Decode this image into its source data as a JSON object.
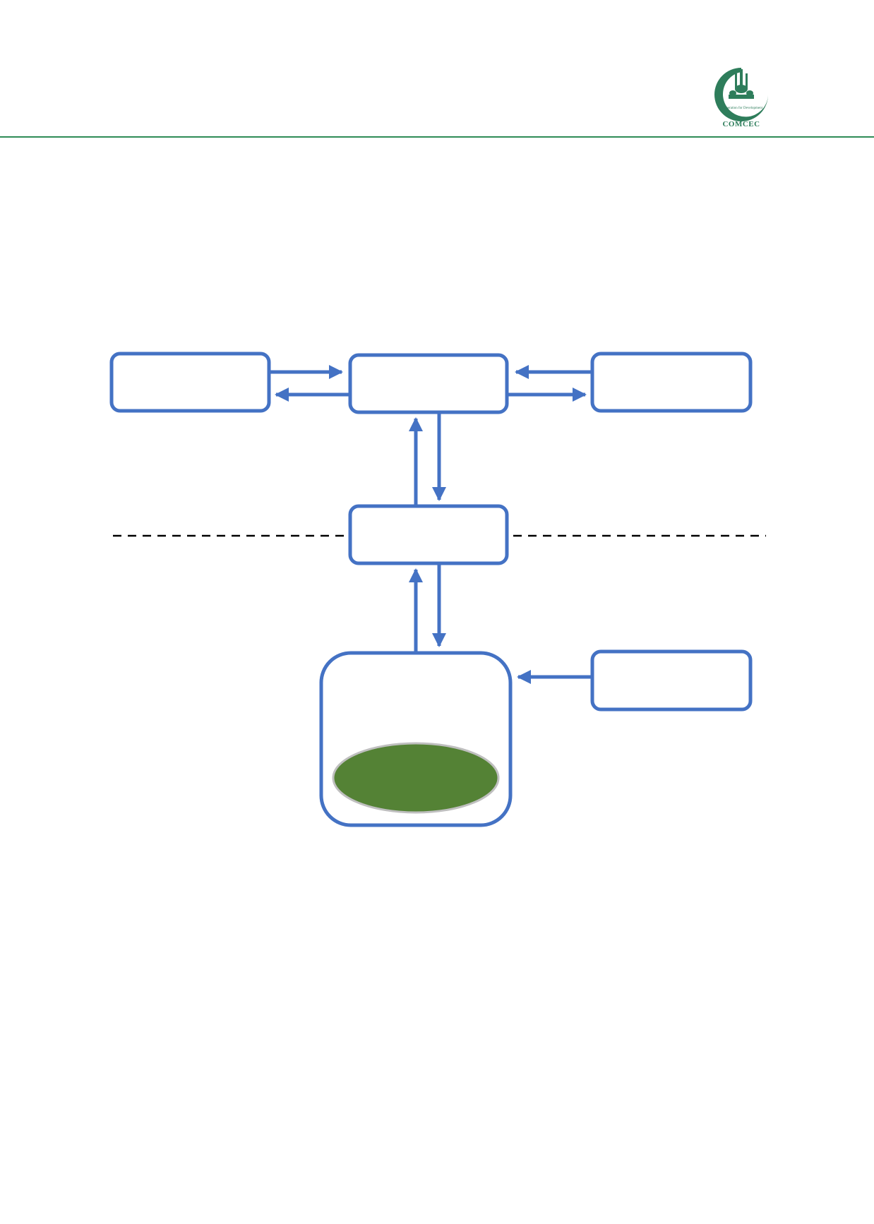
{
  "header": {
    "logo_text": "COMCEC",
    "logo_ring_text": "Cooperation for Development",
    "logo_icon": "comcec-mosque-crescent-icon",
    "rule_color": "#2e8b57"
  },
  "diagram": {
    "box_stroke": "#4472c4",
    "ellipse_fill": "#548235",
    "ellipse_stroke": "#bfbfbf",
    "boxes": [
      {
        "id": "top-left",
        "label": ""
      },
      {
        "id": "top-center",
        "label": ""
      },
      {
        "id": "top-right",
        "label": ""
      },
      {
        "id": "middle",
        "label": ""
      },
      {
        "id": "bottom-container",
        "label": ""
      },
      {
        "id": "bottom-right",
        "label": ""
      }
    ],
    "ellipse_label": ""
  }
}
